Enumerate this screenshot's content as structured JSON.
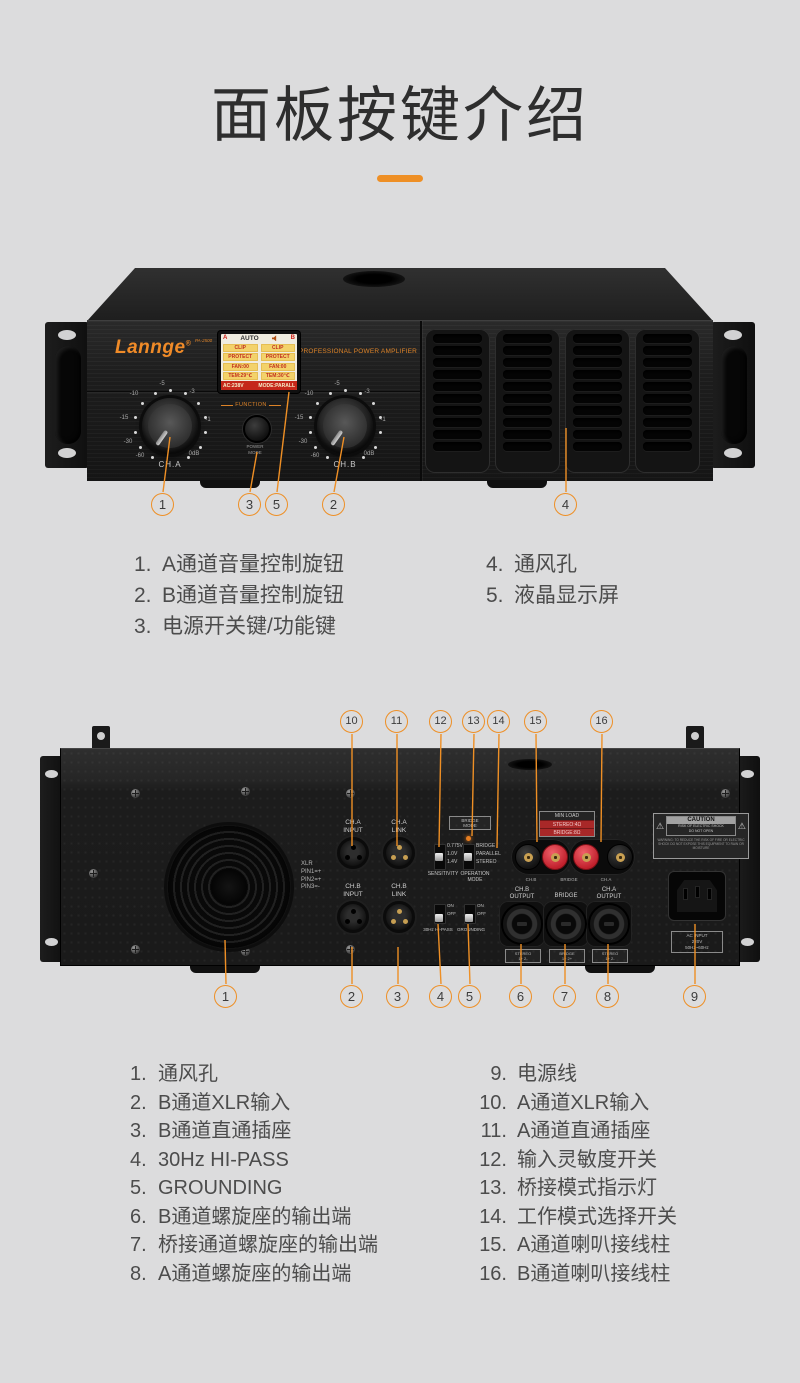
{
  "page": {
    "title": "面板按键介绍",
    "accent_color": "#ee8f25",
    "background_color": "#dcdcdd"
  },
  "front": {
    "brand": "Lannge",
    "reg": "®",
    "model": "PA-2500",
    "tagline": "PROFESSIONAL POWER AMPLIFIER",
    "function_label": "FUNCTION",
    "power_label": "POWER\nMODE",
    "knob_a": "CH.A",
    "knob_b": "CH.B",
    "ticks": [
      "-10",
      "-5",
      "-3",
      "-15",
      "-1",
      "-30",
      "-60",
      "0dB"
    ],
    "lcd": {
      "a": "A",
      "auto": "AUTO",
      "b": "B",
      "left": [
        "CLIP",
        "PROTECT",
        "FAN:00",
        "TEM:29℃"
      ],
      "right": [
        "CLIP",
        "PROTECT",
        "FAN:00",
        "TEM:30℃"
      ],
      "status_l": "AC:238V",
      "status_r": "MODE:PARALL"
    },
    "callouts": [
      "1",
      "3",
      "5",
      "2",
      "4"
    ]
  },
  "front_legend": [
    {
      "num": "1.",
      "text": "A通道音量控制旋钮"
    },
    {
      "num": "2.",
      "text": "B通道音量控制旋钮"
    },
    {
      "num": "3.",
      "text": "电源开关键/功能键"
    },
    {
      "num": "4.",
      "text": "通风孔"
    },
    {
      "num": "5.",
      "text": "液晶显示屏"
    }
  ],
  "back": {
    "top_callouts": [
      "10",
      "11",
      "12",
      "13",
      "14",
      "15",
      "16"
    ],
    "bottom_callouts": [
      "1",
      "2",
      "3",
      "4",
      "5",
      "6",
      "7",
      "8",
      "9"
    ],
    "cha_input": "CH.A\nINPUT",
    "cha_link": "CH.A\nLINK",
    "chb_input": "CH.B\nINPUT",
    "chb_link": "CH.B\nLINK",
    "xlr_info": "XLR\nPIN1=+\nPIN2=+\nPIN3=-",
    "bridge_mode": "BRIDGE\nMODE",
    "sensitivity": {
      "options": [
        "0.775V",
        "1.0V",
        "1.4V"
      ],
      "label": "SENSITIVITY"
    },
    "operation": {
      "options": [
        "BRIDGE",
        "PARALLEL",
        "STEREO"
      ],
      "label": "OPERATION\nMODE"
    },
    "minload": {
      "title": "MIN LOAD",
      "rows": [
        "STEREO:4Ω",
        "BRIDGE:8Ω"
      ]
    },
    "posts": [
      "CH.B",
      "BRIDGE",
      "CH.A"
    ],
    "speakons": [
      "CH.B\nOUTPUT",
      "BRIDGE",
      "CH.A\nOUTPUT"
    ],
    "spk_tags": [
      "STEREO\n1+ 2-",
      "BRIDGE\n1+ 2+",
      "STEREO\n1+ 2-"
    ],
    "hipass": "30Hz HI-PASS",
    "grounding": "GROUNDING",
    "on": "ON",
    "off": "OFF",
    "caution": {
      "title": "CAUTION",
      "line1": "RISK OF ELECTRIC SHOCK",
      "line2": "DO NOT OPEN",
      "warning": "WARNING: TO REDUCE THE RISK OF FIRE OR ELECTRIC SHOCK DO NOT EXPOSE THIS EQUIPMENT TO RAIN OR MOISTURE"
    },
    "ac_label": "AC INPUT\n220V\n50Hz~60Hz"
  },
  "back_legend": [
    {
      "num": "1.",
      "text": "通风孔"
    },
    {
      "num": "2.",
      "text": "B通道XLR输入"
    },
    {
      "num": "3.",
      "text": "B通道直通插座"
    },
    {
      "num": "4.",
      "text": "30Hz HI-PASS"
    },
    {
      "num": "5.",
      "text": "GROUNDING"
    },
    {
      "num": "6.",
      "text": "B通道螺旋座的输出端"
    },
    {
      "num": "7.",
      "text": "桥接通道螺旋座的输出端"
    },
    {
      "num": "8.",
      "text": "A通道螺旋座的输出端"
    },
    {
      "num": "9.",
      "text": "电源线"
    },
    {
      "num": "10.",
      "text": "A通道XLR输入"
    },
    {
      "num": "11.",
      "text": "A通道直通插座"
    },
    {
      "num": "12.",
      "text": "输入灵敏度开关"
    },
    {
      "num": "13.",
      "text": "桥接模式指示灯"
    },
    {
      "num": "14.",
      "text": "工作模式选择开关"
    },
    {
      "num": "15.",
      "text": "A通道喇叭接线柱"
    },
    {
      "num": "16.",
      "text": "B通道喇叭接线柱"
    }
  ]
}
